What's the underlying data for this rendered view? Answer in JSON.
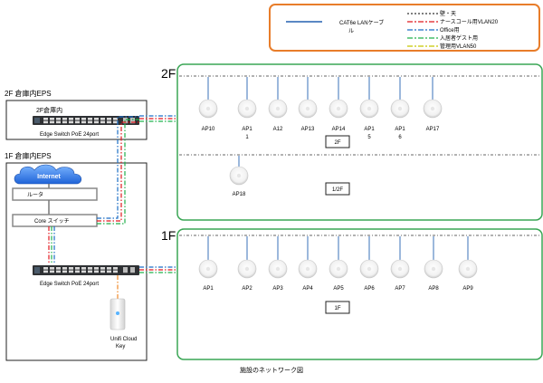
{
  "legend": {
    "cable_label_line1": "CAT6e LANケーブ",
    "cable_label_line2": "ル",
    "items": [
      {
        "text": "壁・天",
        "color": "#333333",
        "dash": "2,2"
      },
      {
        "text": "ナースコール用VLAN20",
        "color": "#e0191f",
        "dash": "6,2,2,2"
      },
      {
        "text": "Office用",
        "color": "#1c6ec5",
        "dash": "6,2,2,2"
      },
      {
        "text": "入居者ゲスト用",
        "color": "#22b14c",
        "dash": "6,2,2,2"
      },
      {
        "text": "管理用VLAN50",
        "color": "#c8c800",
        "dash": "6,2,2,2"
      }
    ],
    "border_color": "#e87d2a"
  },
  "eps2f": {
    "title": "2F 倉庫内EPS",
    "inner_title": "2F倉庫内",
    "switch_label": "Edge Switch PoE 24port"
  },
  "eps1f": {
    "title": "1F 倉庫内EPS",
    "internet": "Internet",
    "router": "ルータ",
    "core_switch": "Core スイッチ",
    "switch_label": "Edge Switch PoE 24port",
    "cloud_key_line1": "Unifi Cloud",
    "cloud_key_line2": "Key"
  },
  "floor2": {
    "floor_label": "2F",
    "upper_tag": "2F",
    "lower_tag": "1/2F",
    "aps_top": [
      "AP10",
      "AP1\n1",
      "A12",
      "AP13",
      "AP14",
      "AP1\n5",
      "AP1\n6",
      "AP17"
    ],
    "aps_bottom": [
      "AP18"
    ]
  },
  "floor1": {
    "floor_label": "1F",
    "tag": "1F",
    "aps": [
      "AP1",
      "AP2",
      "AP3",
      "AP4",
      "AP5",
      "AP6",
      "AP7",
      "AP8",
      "AP9"
    ]
  },
  "caption": "施設のネットワーク図",
  "colors": {
    "green": "#3aa655",
    "blue_cable": "#5b88c4",
    "red": "#e0191f",
    "blue": "#1c6ec5",
    "lime": "#22b14c"
  }
}
